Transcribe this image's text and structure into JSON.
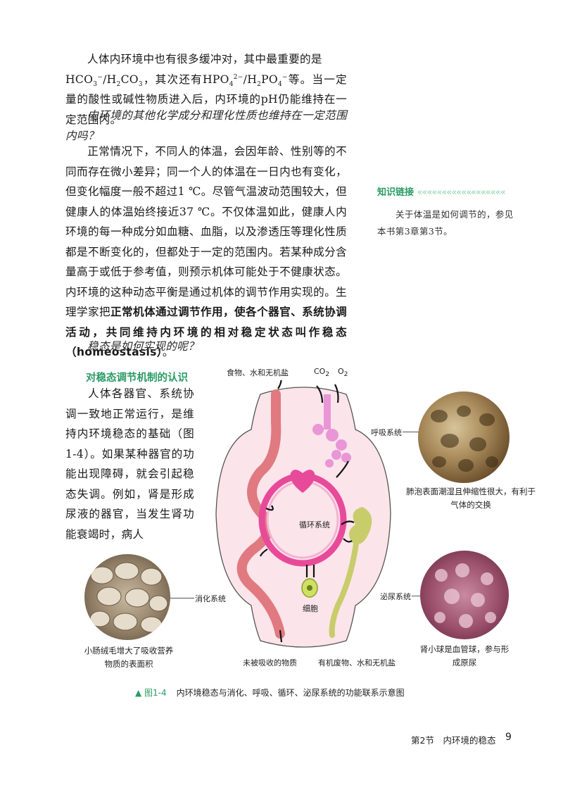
{
  "paragraphs": {
    "p1_l1": "人体内环境中也有很多缓冲对，其中最重要的是",
    "p1_hco3": "HCO",
    "p1_hco3_sub": "3",
    "p1_hco3_sup": "−",
    "p1_h2co3_a": "/H",
    "p1_h2co3_sub1": "2",
    "p1_h2co3_b": "CO",
    "p1_h2co3_sub2": "3",
    "p1_mid": "，其次还有HPO",
    "p1_hpo4_sub": "4",
    "p1_hpo4_sup": "2−",
    "p1_h2po4_a": "/H",
    "p1_h2po4_sub1": "2",
    "p1_h2po4_b": "PO",
    "p1_h2po4_sub2": "4",
    "p1_h2po4_sup": "−",
    "p1_end": "等。当一定量的酸性或碱性物质进入后，内环境的pH仍能维持在一定范围内。",
    "p2": "内环境的其他化学成分和理化性质也维持在一定范围内吗？",
    "p3_a": "正常情况下，不同人的体温，会因年龄、性别等的不同而存在微小差异；同一个人的体温在一日内也有变化，但变化幅度一般不超过1 ℃。尽管气温波动范围较大，但健康人的体温始终接近37 ℃。不仅体温如此，健康人内环境的每一种成分如血糖、血脂，以及渗透压等理化性质都是不断变化的，但都处于一定的范围内。若某种成分含量高于或低于参考值，则预示机体可能处于不健康状态。内环境的这种动态平衡是通过机体的调节作用实现的。生理学家把",
    "p3_bold": "正常机体通过调节作用，使各个器官、系统协调活动，共同维持内环境的相对稳定状态叫作稳态（homeostasis）",
    "p3_end": "。",
    "p4": "稳态是如何实现的呢？",
    "p5": "人体各器官、系统协调一致地正常运行，是维持内环境稳态的基础（图1-4）。如果某种器官的功能出现障碍，就会引起稳态失调。例如，肾是形成尿液的器官，当发生肾功能衰竭时，病人"
  },
  "sidebar": {
    "heading": "知识链接",
    "text": "关于体温是如何调节的，参见本书第3章第3节。"
  },
  "section_heading": "对稳态调节机制的认识",
  "figure": {
    "food_label": "食物、水和无机盐",
    "co2_label": "CO",
    "co2_sub": "2",
    "o2_label": "O",
    "o2_sub": "2",
    "respiratory": "呼吸系统",
    "circulatory": "循环系统",
    "digestive": "消化系统",
    "urinary": "泌尿系统",
    "cell": "细胞",
    "unabsorbed": "未被吸收的物质",
    "waste": "有机废物、水和无机盐",
    "alveoli_caption": "肺泡表面潮湿且伸缩性很大，有利于气体的交换",
    "villi_caption": "小肠绒毛增大了吸收营养物质的表面积",
    "glomerulus_caption": "肾小球是血管球，参与形成原尿"
  },
  "caption": {
    "number": "▲ 图1-4",
    "text": "内环境稳态与消化、呼吸、循环、泌尿系统的功能联系示意图"
  },
  "footer": {
    "section": "第2节　内环境的稳态",
    "page": "9"
  },
  "colors": {
    "accent_green": "#2a9a63",
    "body_bg": "#fbe4ea",
    "digestive": "#e07a80",
    "respiratory": "#e896d6",
    "circulatory": "#e84a9a",
    "urinary": "#c9cc6a"
  }
}
